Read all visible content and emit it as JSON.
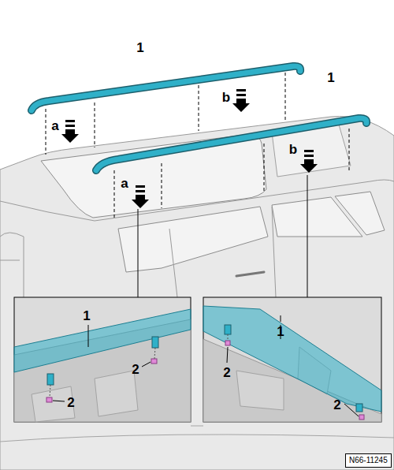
{
  "diagram": {
    "nodes": [
      {
        "text": [
          "N66-11245"
        ]
      }
    ],
    "labels": [
      "1",
      "1",
      "b",
      "a",
      "b",
      "a",
      "1",
      "2",
      "2",
      "1",
      "2",
      "2"
    ]
  }
}
